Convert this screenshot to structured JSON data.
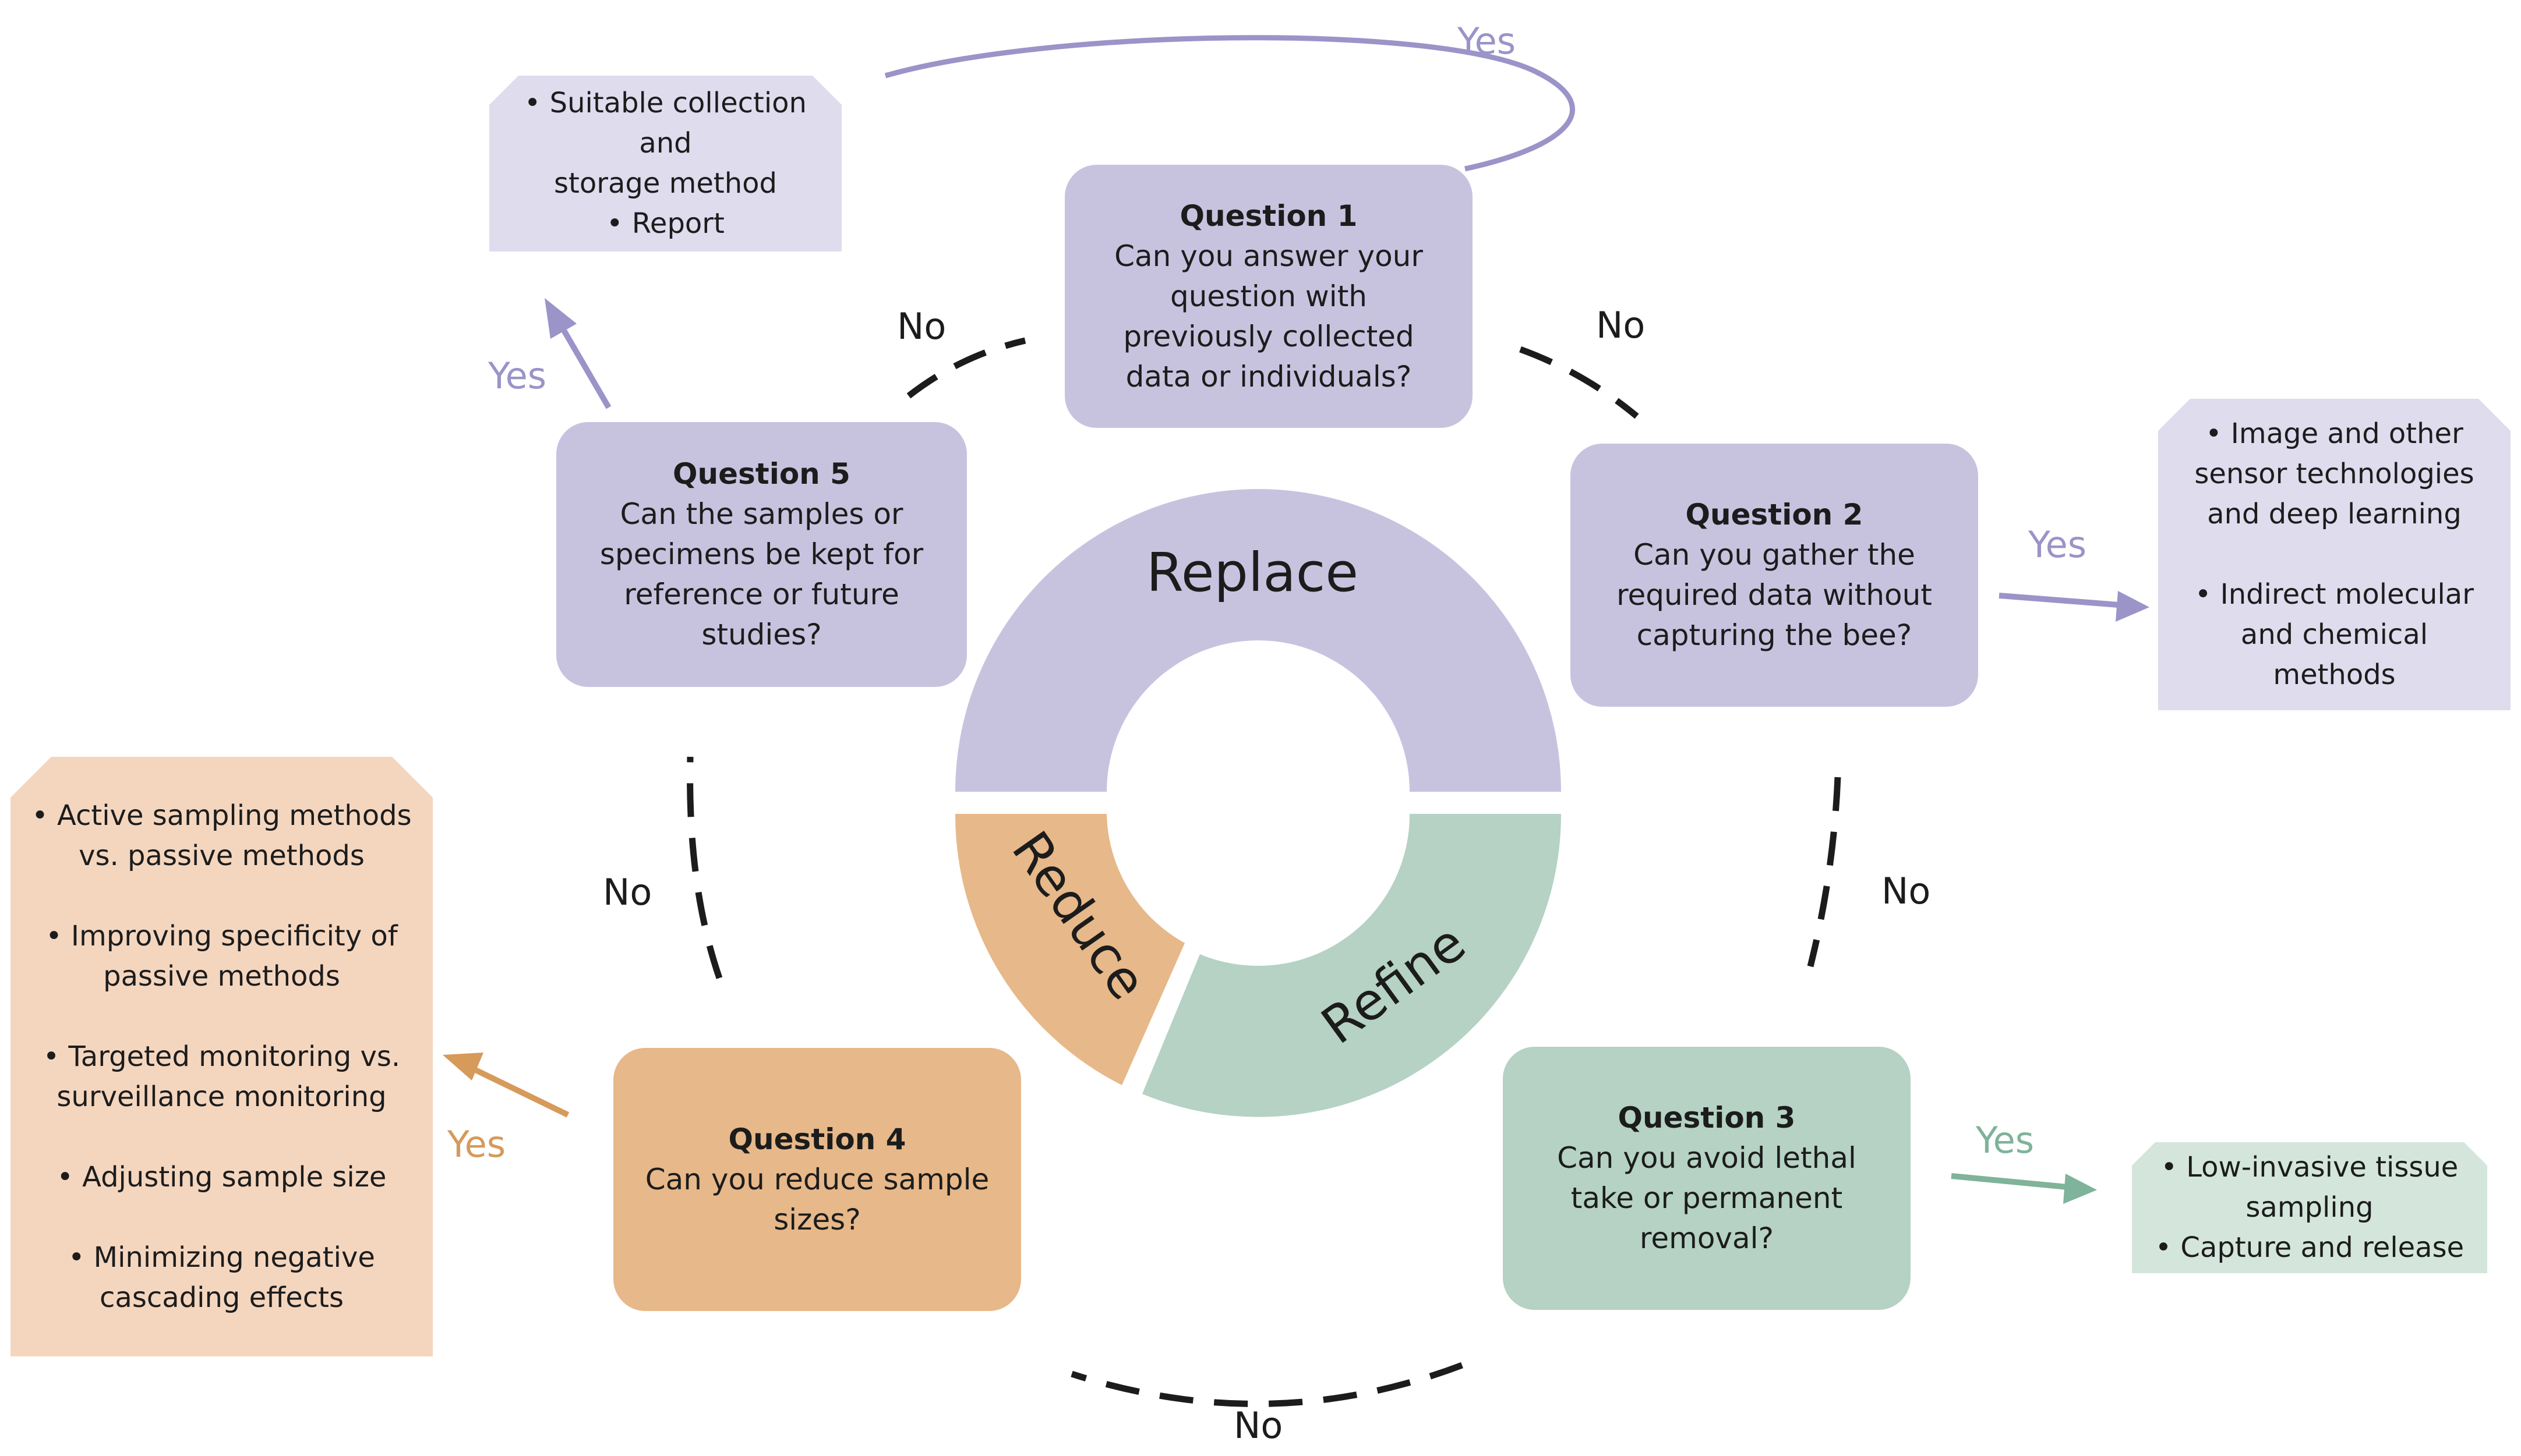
{
  "colors": {
    "purple": "#c7c3df",
    "purple_light": "#dfdcee",
    "purple_arrow": "#9a94c8",
    "green": "#b5d2c4",
    "green_light": "#d4e6dc",
    "green_arrow": "#7fb39a",
    "orange": "#e7b889",
    "orange_light": "#f4d6bf",
    "orange_arrow": "#d69a5b"
  },
  "ring": {
    "replace": "Replace",
    "refine": "Refine",
    "reduce": "Reduce"
  },
  "questions": [
    {
      "title": "Question 1",
      "text": [
        "Can you answer your",
        "question with",
        "previously collected",
        "data or individuals?"
      ]
    },
    {
      "title": "Question 2",
      "text": [
        "Can you gather the",
        "required data without",
        "capturing the bee?"
      ]
    },
    {
      "title": "Question 3",
      "text": [
        "Can you avoid lethal",
        "take or permanent",
        "removal?"
      ]
    },
    {
      "title": "Question 4",
      "text": [
        "Can you reduce sample",
        "sizes?"
      ]
    },
    {
      "title": "Question 5",
      "text": [
        "Can the samples or",
        "specimens be kept for",
        "reference or future",
        "studies?"
      ]
    }
  ],
  "outcomes": {
    "q5_yes": [
      "• Suitable collection and",
      "storage method",
      "",
      "• Report"
    ],
    "q2_yes": [
      "• Image and other",
      "sensor technologies",
      "and deep learning",
      "",
      "• Indirect molecular",
      "and chemical",
      "methods"
    ],
    "q3_yes": [
      "• Low-invasive tissue",
      "sampling",
      "• Capture and release"
    ],
    "q4_yes": [
      "• Active sampling methods",
      "vs. passive methods",
      "",
      "• Improving specificity of",
      "passive methods",
      "",
      "• Targeted monitoring vs.",
      "surveillance monitoring",
      "",
      "• Adjusting sample size",
      "",
      "• Minimizing negative",
      "cascading effects"
    ]
  },
  "labels": {
    "yes": "Yes",
    "no": "No"
  }
}
